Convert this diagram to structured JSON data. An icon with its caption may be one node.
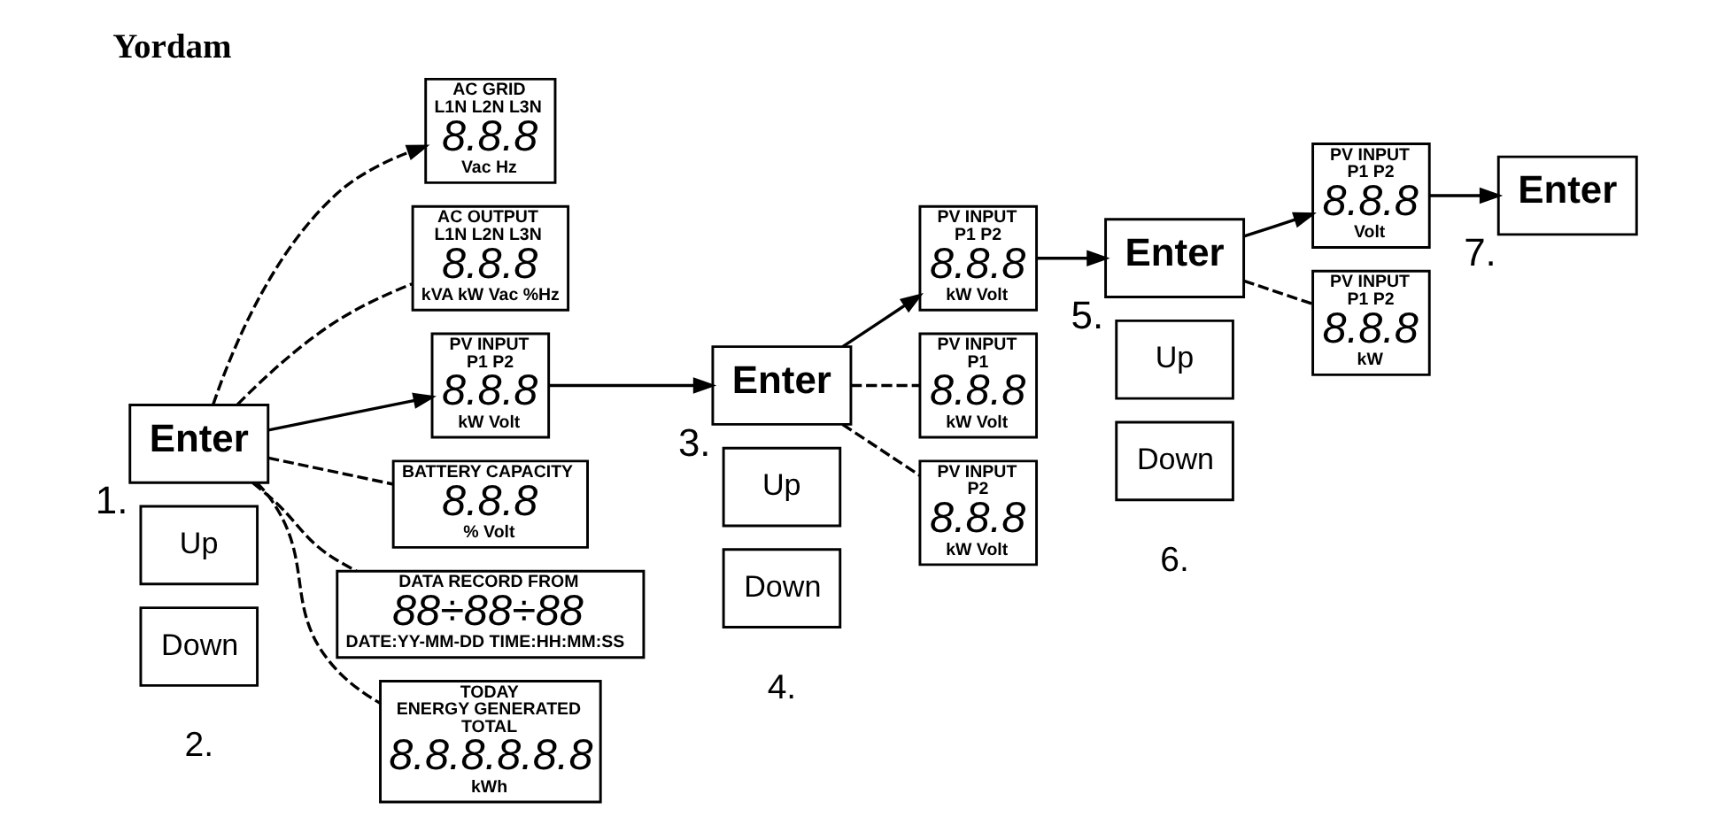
{
  "diagram": {
    "title": "Yordam",
    "nodes": [
      {
        "text": [
          "Enter"
        ],
        "beside": [
          "1."
        ]
      },
      {
        "text": [
          "AC GRID",
          "L1N L2N L3N",
          "8.8.8",
          "Vac Hz"
        ]
      },
      {
        "text": [
          "AC OUTPUT",
          "L1N L2N L3N",
          "8.8.8",
          "kVA kW Vac %Hz"
        ]
      },
      {
        "text": [
          "PV INPUT",
          "P1 P2",
          "8.8.8",
          "kW Volt"
        ]
      },
      {
        "text": [
          "BATTERY CAPACITY",
          "8.8.8",
          "% Volt"
        ]
      },
      {
        "text": [
          "DATA RECORD FROM",
          "88÷88÷88",
          "DATE:YY-MM-DD TIME:HH:MM:SS"
        ]
      },
      {
        "text": [
          "TODAY",
          "ENERGY GENERATED",
          "TOTAL",
          "8.8.8.8.8.8",
          "kWh"
        ]
      },
      {
        "text": [
          "Up"
        ]
      },
      {
        "text": [
          "Down"
        ]
      },
      {
        "text": [
          "Enter"
        ],
        "beside": [
          "3."
        ]
      },
      {
        "text": [
          "PV INPUT",
          "P1 P2",
          "8.8.8",
          "kW Volt"
        ]
      },
      {
        "text": [
          "PV INPUT",
          "P1",
          "8.8.8",
          "kW Volt"
        ]
      },
      {
        "text": [
          "PV INPUT",
          "P2",
          "8.8.8",
          "kW Volt"
        ]
      },
      {
        "text": [
          "Up"
        ]
      },
      {
        "text": [
          "Down"
        ]
      },
      {
        "text": [
          "Enter"
        ],
        "beside": [
          "5."
        ]
      },
      {
        "text": [
          "PV INPUT",
          "P1 P2",
          "8.8.8",
          "Volt"
        ]
      },
      {
        "text": [
          "PV INPUT",
          "P1 P2",
          "8.8.8",
          "kW"
        ]
      },
      {
        "text": [
          "Up"
        ]
      },
      {
        "text": [
          "Down"
        ]
      },
      {
        "text": [
          "Enter"
        ],
        "beside": [
          "7."
        ]
      }
    ],
    "edges": [
      {
        "from": 0,
        "to": 1,
        "arrow": "to",
        "style": "dashed"
      },
      {
        "from": 0,
        "to": 2,
        "arrow": "none",
        "style": "dashed"
      },
      {
        "from": 0,
        "to": 3,
        "arrow": "to"
      },
      {
        "from": 0,
        "to": 4,
        "arrow": "none",
        "style": "dashed"
      },
      {
        "from": 0,
        "to": 5,
        "arrow": "none",
        "style": "dashed"
      },
      {
        "from": 0,
        "to": 6,
        "arrow": "none",
        "style": "dashed"
      },
      {
        "from": 3,
        "to": 9,
        "arrow": "to"
      },
      {
        "from": 9,
        "to": 10,
        "arrow": "to"
      },
      {
        "from": 9,
        "to": 11,
        "arrow": "none",
        "style": "dashed"
      },
      {
        "from": 9,
        "to": 12,
        "arrow": "none",
        "style": "dashed"
      },
      {
        "from": 10,
        "to": 15,
        "arrow": "to"
      },
      {
        "from": 15,
        "to": 16,
        "arrow": "to"
      },
      {
        "from": 15,
        "to": 17,
        "arrow": "none",
        "style": "dashed"
      },
      {
        "from": 16,
        "to": 20,
        "arrow": "to"
      }
    ],
    "labels": [
      "2.",
      "4.",
      "6."
    ]
  }
}
